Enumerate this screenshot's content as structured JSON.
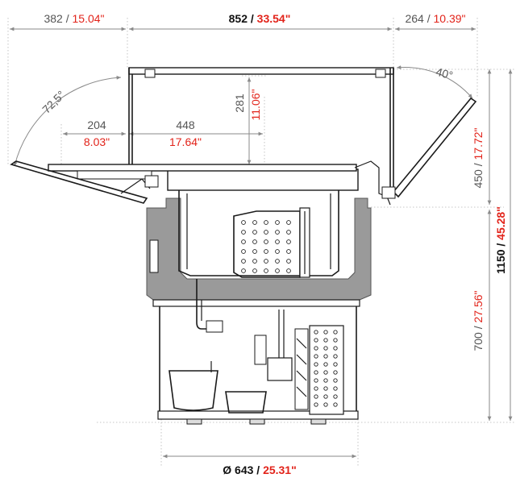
{
  "dimensions": {
    "left_overhang": {
      "mm": "382",
      "sep": " / ",
      "in": "15.04\""
    },
    "main_width": {
      "mm": "852",
      "sep": " / ",
      "in": "33.54\""
    },
    "right_overhang": {
      "mm": "264",
      "sep": " / ",
      "in": "10.39\""
    },
    "lid_angle_left": "72,5°",
    "lid_angle_right": "40°",
    "shelf_left": {
      "mm": "204",
      "in": "8.03\""
    },
    "shelf_right": {
      "mm": "448",
      "in": "17.64\""
    },
    "inner_height": {
      "mm": "281",
      "in": "11.06\""
    },
    "upper_height": {
      "mm": "450",
      "sep": " / ",
      "in": "17.72\""
    },
    "lower_height": {
      "mm": "700",
      "sep": " / ",
      "in": "27.56\""
    },
    "total_height": {
      "mm": "1150",
      "sep": " / ",
      "in": "45.28\""
    },
    "diameter": {
      "mm": "Ø 643",
      "sep": " / ",
      "in": "25.31\""
    }
  },
  "colors": {
    "metric": "#555555",
    "imperial": "#e2231a",
    "cabinet_shade": "#9a9a9a"
  }
}
